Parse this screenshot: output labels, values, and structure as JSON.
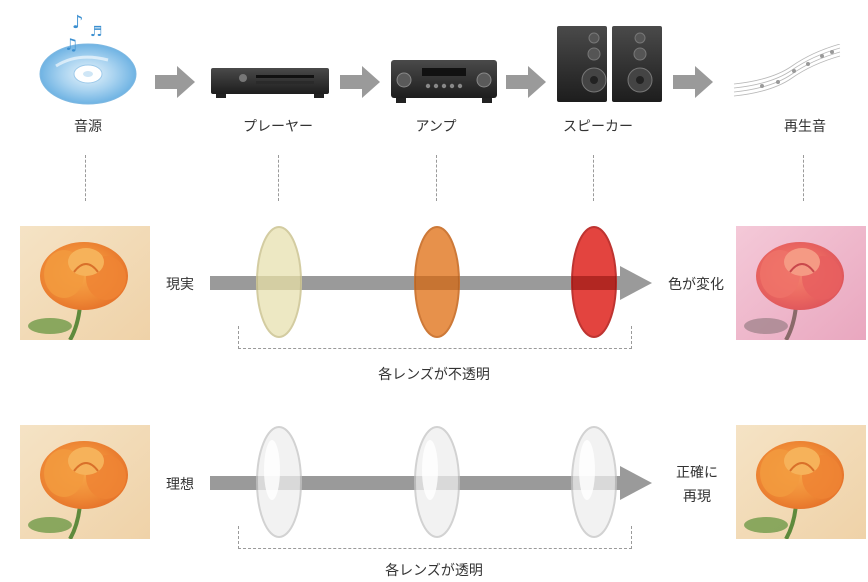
{
  "chain": {
    "source_label": "音源",
    "player_label": "プレーヤー",
    "amp_label": "アンプ",
    "speaker_label": "スピーカー",
    "output_label": "再生音"
  },
  "reality": {
    "label": "現実",
    "result": "色が変化",
    "caption": "各レンズが不透明",
    "lens_colors": [
      "#ece6bd",
      "#e6883c",
      "#e0302b"
    ]
  },
  "ideal": {
    "label": "理想",
    "result_line1": "正確に",
    "result_line2": "再現",
    "caption": "各レンズが透明",
    "lens_colors": [
      "#eeeeee",
      "#eeeeee",
      "#eeeeee"
    ]
  },
  "colors": {
    "arrow": "#9a9a9a",
    "text": "#333333"
  }
}
